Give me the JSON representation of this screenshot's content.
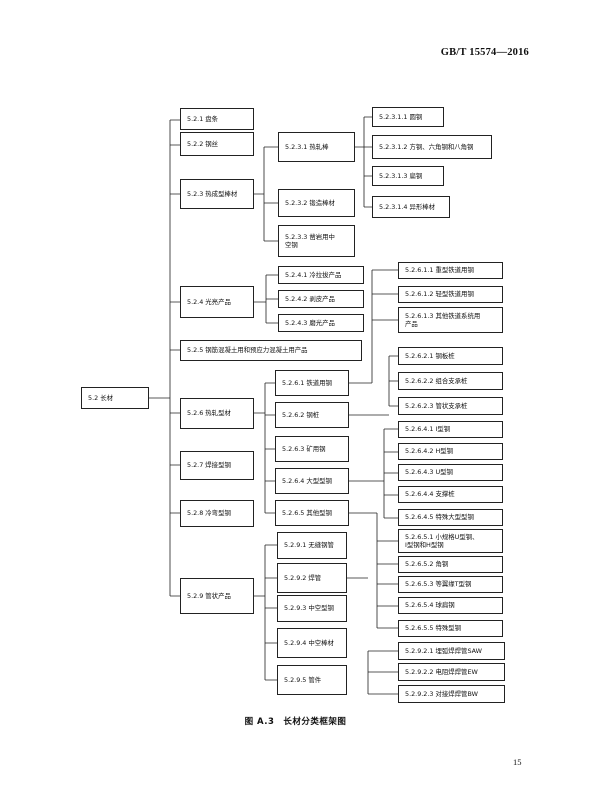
{
  "header": {
    "standard_code": "GB/T 15574—2016"
  },
  "diagram": {
    "root": "5.2 长材",
    "level1": [
      "5.2.1 盘条",
      "5.2.2 钢丝",
      "5.2.3 热成型棒材",
      "5.2.4 光亮产品",
      "5.2.5 钢筋混凝土用和预应力混凝土用产品",
      "5.2.6 热轧型材",
      "5.2.7 焊接型钢",
      "5.2.8 冷弯型钢",
      "5.2.9 管状产品"
    ],
    "level2": [
      "5.2.3.1 热轧棒",
      "5.2.3.2 锻造棒材",
      "5.2.3.3 凿岩用中\n空钢",
      "5.2.4.1 冷拉拔产品",
      "5.2.4.2 剥皮产品",
      "5.2.4.3 磨光产品",
      "5.2.6.1 铁道用钢",
      "5.2.6.2 钢桩",
      "5.2.6.3 矿用钢",
      "5.2.6.4 大型型钢",
      "5.2.6.5 其他型钢",
      "5.2.9.1 无缝钢管",
      "5.2.9.2 焊管",
      "5.2.9.3 中空型钢",
      "5.2.9.4 中空棒材",
      "5.2.9.5 管件"
    ],
    "level3": [
      "5.2.3.1.1 圆钢",
      "5.2.3.1.2 方钢、六角钢和八角钢",
      "5.2.3.1.3 扁钢",
      "5.2.3.1.4 异形棒材",
      "5.2.6.1.1 重型铁道用钢",
      "5.2.6.1.2 轻型铁道用钢",
      "5.2.6.1.3 其他铁道系统用\n产品",
      "5.2.6.2.1 钢板桩",
      "5.2.6.2.2 组合支承桩",
      "5.2.6.2.3 管状支承桩",
      "5.2.6.4.1 I型钢",
      "5.2.6.4.2 H型钢",
      "5.2.6.4.3 U型钢",
      "5.2.6.4.4 支撑桩",
      "5.2.6.4.5 特殊大型型钢",
      "5.2.6.5.1 小规格U型钢、\nI型钢和H型钢",
      "5.2.6.5.2 角钢",
      "5.2.6.5.3 等翼缘T型钢",
      "5.2.6.5.4 球扁钢",
      "5.2.6.5.5 特殊型钢",
      "5.2.9.2.1 埋弧焊焊管SAW",
      "5.2.9.2.2 电阻焊焊管EW",
      "5.2.9.2.3 对接焊焊管BW"
    ]
  },
  "caption": "图 A.3　长材分类框架图",
  "page_number": "15"
}
